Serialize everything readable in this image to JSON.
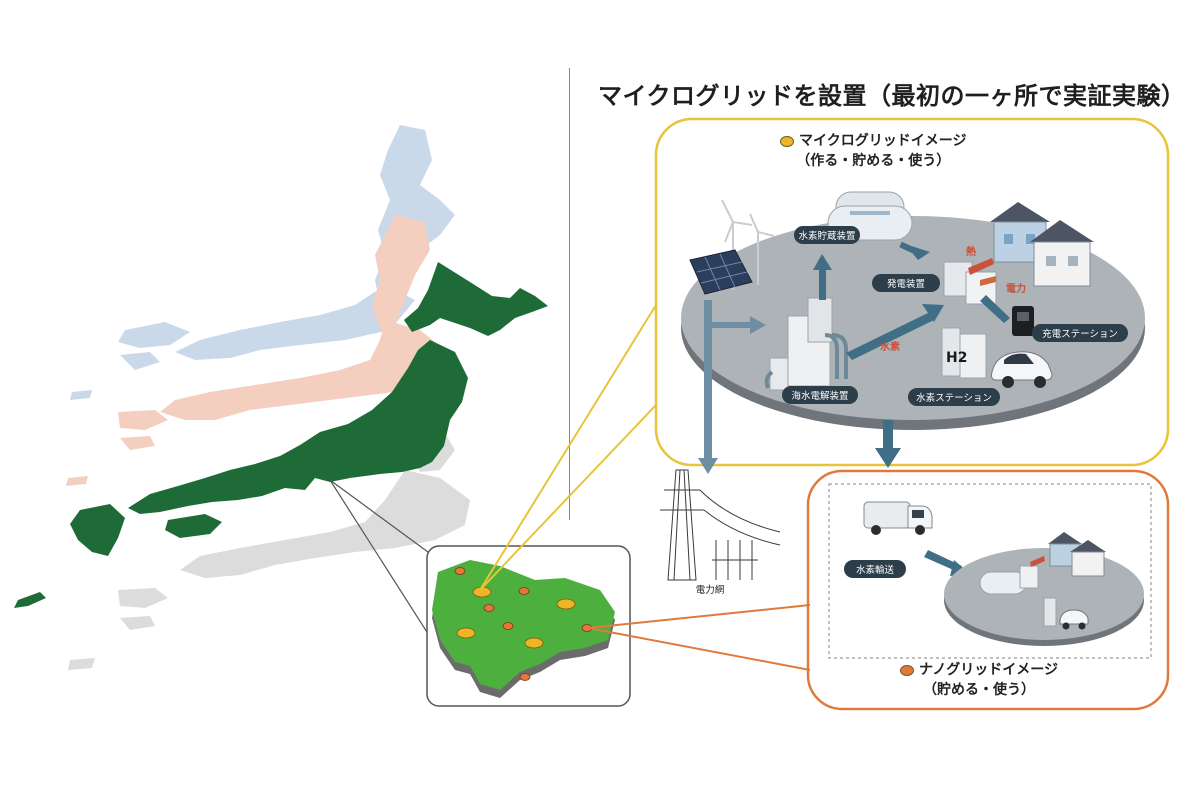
{
  "title": "マイクログリッドを設置（最初の一ヶ所で実証実験）",
  "microgrid": {
    "legend_line1": "マイクログリッドイメージ",
    "legend_line2": "（作る・貯める・使う）",
    "dot_color": "#f0b429",
    "frame_color": "#e8c43a",
    "labels": {
      "hydrogen_storage": "水素貯蔵装置",
      "power_generator": "発電装置",
      "heat": "熱",
      "electricity": "電力",
      "charging_station": "充電ステーション",
      "hydrogen": "水素",
      "seawater_electrolysis": "海水電解装置",
      "hydrogen_station": "水素ステーション",
      "h2_tank": "H2"
    }
  },
  "nanogrid": {
    "legend_line1": "ナノグリッドイメージ",
    "legend_line2": "（貯める・使う）",
    "dot_color": "#e6763a",
    "frame_color": "#e07a3c",
    "labels": {
      "hydrogen_transport": "水素輸送"
    }
  },
  "power_grid_label": "電力網",
  "colors": {
    "highlight_region": "#1e6b38",
    "aichi": "#4caf3e",
    "arrow": "#3f6e86",
    "platform": "#8c9297",
    "label_pill": "#2c3e4a"
  },
  "icons": {
    "japan_map": "japan-map-icon",
    "aichi_map": "aichi-prefecture-map-icon",
    "solar_panel": "solar-panel-icon",
    "wind_turbine": "wind-turbine-icon",
    "hydrogen_tank": "hydrogen-tank-icon",
    "houses": "house-icon",
    "fuel_cell_car": "car-icon",
    "transmission_tower": "transmission-tower-icon",
    "truck": "truck-icon"
  }
}
